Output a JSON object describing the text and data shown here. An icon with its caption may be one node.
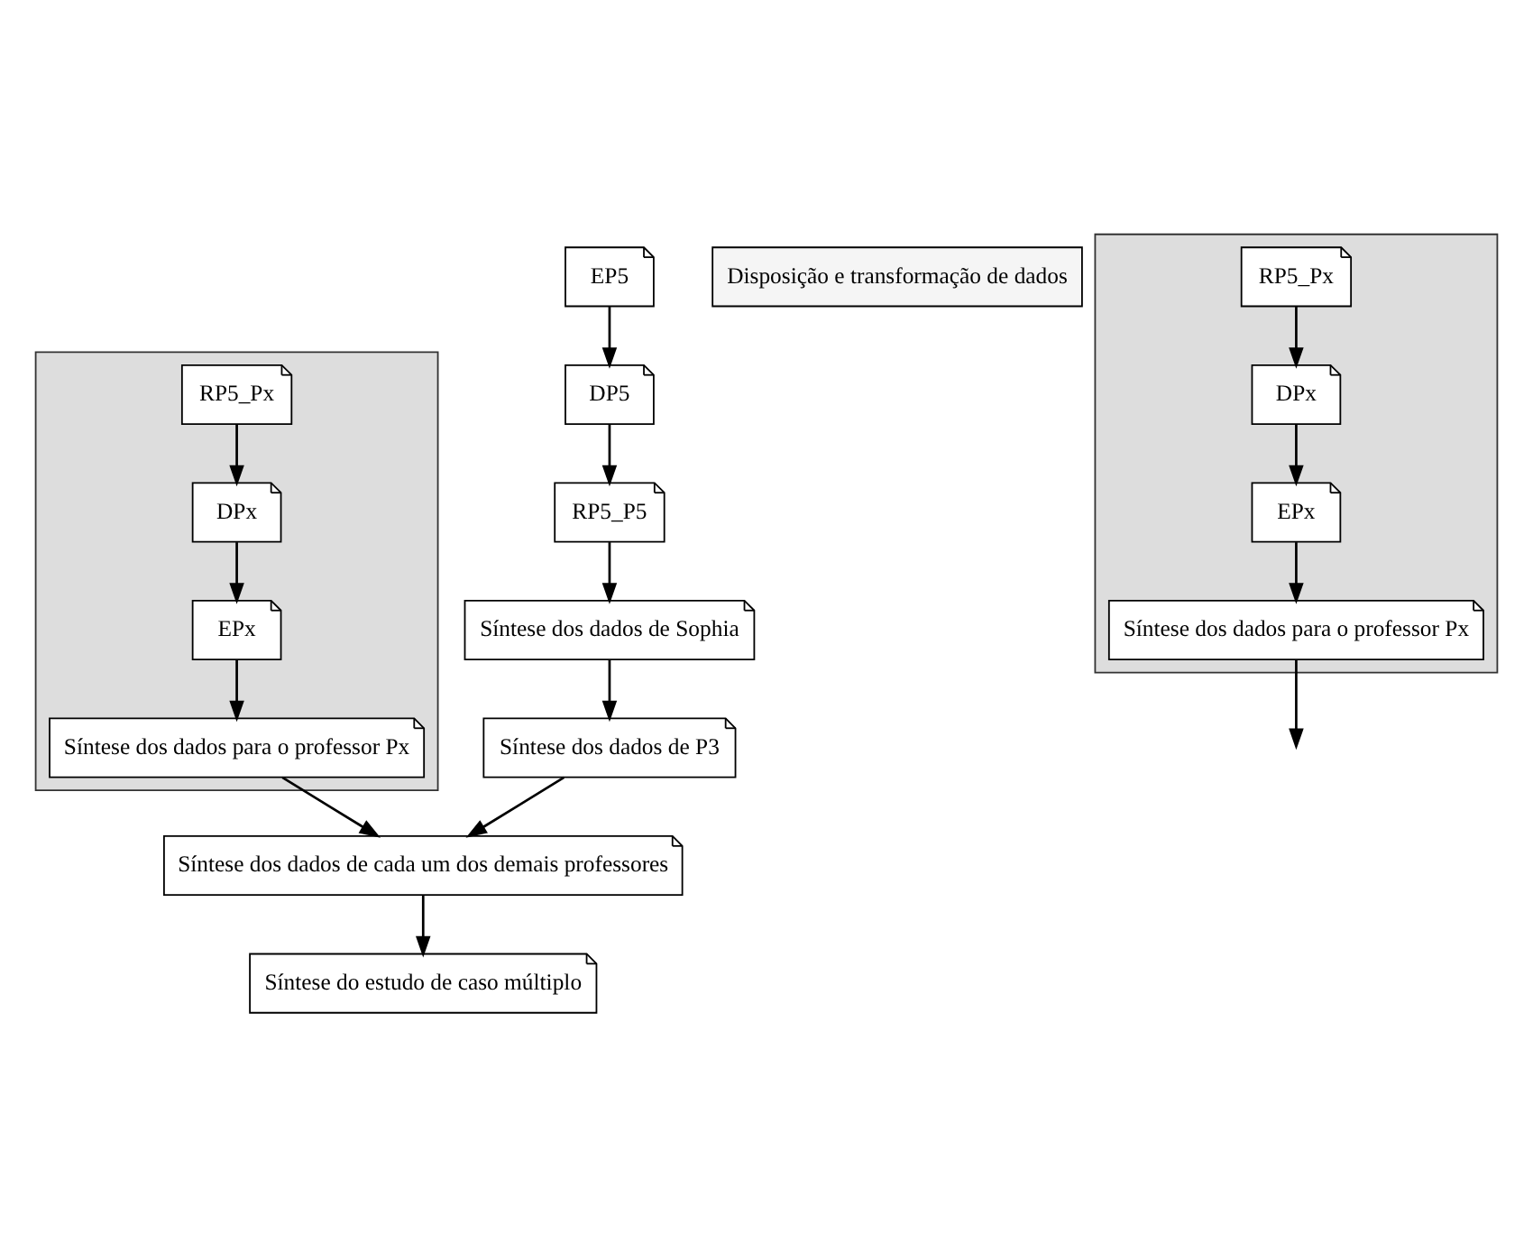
{
  "diagram": {
    "nodes": [
      {
        "text": [
          "Síntese dos dados de Sophia"
        ]
      },
      {
        "text": [
          "Síntese dos dados de P3"
        ]
      },
      {
        "text": [
          "Síntese dos dados de cada um dos demais professores"
        ]
      },
      {
        "text": [
          "Síntese do estudo de caso múltiplo"
        ]
      },
      {
        "text": [
          "RP5_P5"
        ]
      },
      {
        "text": [
          "DP5"
        ]
      },
      {
        "text": [
          "EP5"
        ]
      },
      {
        "text": [
          "Disposição e transformação de dados"
        ]
      },
      {
        "text": [],
        "shape": "box"
      },
      {
        "text": [
          "RP5_Px"
        ],
        "in": 8
      },
      {
        "text": [
          "DPx"
        ],
        "in": 8
      },
      {
        "text": [
          "EPx"
        ],
        "in": 8
      },
      {
        "text": [
          "Síntese dos dados para o professor Px"
        ],
        "in": 8
      },
      {
        "text": [],
        "shape": "box"
      },
      {
        "text": [
          "Síntese dos dados para o professor Px"
        ],
        "in": 13
      },
      {
        "text": [
          "RP5_Px"
        ],
        "in": 13
      },
      {
        "text": [
          "DPx"
        ],
        "in": 13
      },
      {
        "text": [
          "EPx"
        ],
        "in": 13
      }
    ],
    "edges": [
      {
        "from": 6,
        "to": 5,
        "arrow": "to"
      },
      {
        "from": 5,
        "to": 4,
        "arrow": "to"
      },
      {
        "from": 4,
        "to": 0,
        "arrow": "to"
      },
      {
        "from": 0,
        "to": 1,
        "arrow": "to"
      },
      {
        "from": 1,
        "to": 2,
        "arrow": "to"
      },
      {
        "from": 2,
        "to": 3,
        "arrow": "to"
      },
      {
        "from": 9,
        "to": 10,
        "arrow": "to"
      },
      {
        "from": 10,
        "to": 11,
        "arrow": "to"
      },
      {
        "from": 11,
        "to": 12,
        "arrow": "to"
      },
      {
        "from": 12,
        "to": null,
        "arrow": "to"
      },
      {
        "from": 15,
        "to": 16,
        "arrow": "to"
      },
      {
        "from": 16,
        "to": 17,
        "arrow": "to"
      },
      {
        "from": 17,
        "to": 14,
        "arrow": "to"
      },
      {
        "from": 14,
        "to": 2,
        "arrow": "to"
      }
    ]
  }
}
